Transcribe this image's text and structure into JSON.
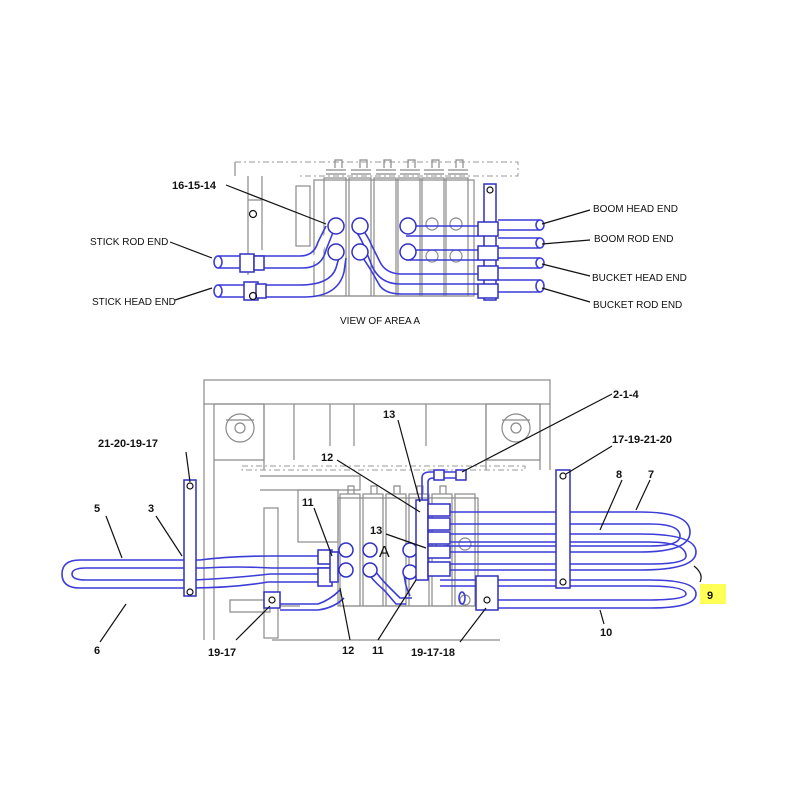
{
  "view_a": {
    "caption": "VIEW OF AREA A",
    "labels": {
      "stick_rod_end": "STICK ROD END",
      "stick_head_end": "STICK HEAD END",
      "boom_head_end": "BOOM HEAD END",
      "boom_rod_end": "BOOM ROD END",
      "bucket_head_end": "BUCKET HEAD END",
      "bucket_rod_end": "BUCKET ROD END",
      "callout_16_15_14": "16-15-14"
    }
  },
  "main_view": {
    "area_marker": "A",
    "callouts": {
      "c_2_1_4": "2-1-4",
      "c_13_top": "13",
      "c_12_top": "12",
      "c_11_left": "11",
      "c_13_mid": "13",
      "c_21_20_19_17": "21-20-19-17",
      "c_17_19_21_20": "17-19-21-20",
      "c_5": "5",
      "c_3": "3",
      "c_8": "8",
      "c_7": "7",
      "c_9": "9",
      "c_6": "6",
      "c_10": "10",
      "c_19_17": "19-17",
      "c_12_bottom": "12",
      "c_11_bottom": "11",
      "c_19_17_18": "19-17-18"
    },
    "highlight_color": "#ffff55",
    "hose_color": "#3c3cd8"
  }
}
